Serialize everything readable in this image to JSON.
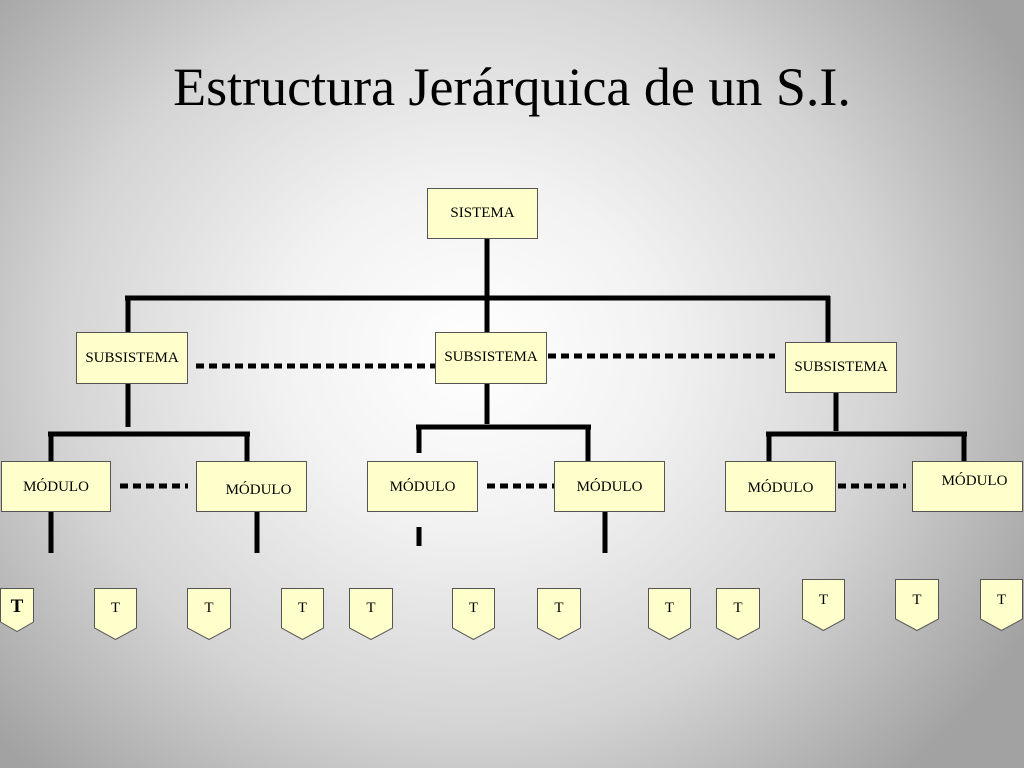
{
  "title": "Estructura Jerárquica de un S.I.",
  "colors": {
    "box_fill": "#ffffcc",
    "box_border": "#555555",
    "line": "#000000"
  },
  "diagram": {
    "root": {
      "label": "SISTEMA"
    },
    "subsystems": [
      {
        "label": "SUBSISTEMA"
      },
      {
        "label": "SUBSISTEMA"
      },
      {
        "label": "SUBSISTEMA"
      }
    ],
    "modules": [
      {
        "label": "MÓDULO"
      },
      {
        "label": "MÓDULO"
      },
      {
        "label": "MÓDULO"
      },
      {
        "label": "MÓDULO"
      },
      {
        "label": "MÓDULO"
      },
      {
        "label": "MÓDULO"
      }
    ],
    "tasks": [
      {
        "label": "T"
      },
      {
        "label": "T"
      },
      {
        "label": "T"
      },
      {
        "label": "T"
      },
      {
        "label": "T"
      },
      {
        "label": "T"
      },
      {
        "label": "T"
      },
      {
        "label": "T"
      },
      {
        "label": "T"
      },
      {
        "label": "T"
      },
      {
        "label": "T"
      },
      {
        "label": "T"
      }
    ]
  }
}
